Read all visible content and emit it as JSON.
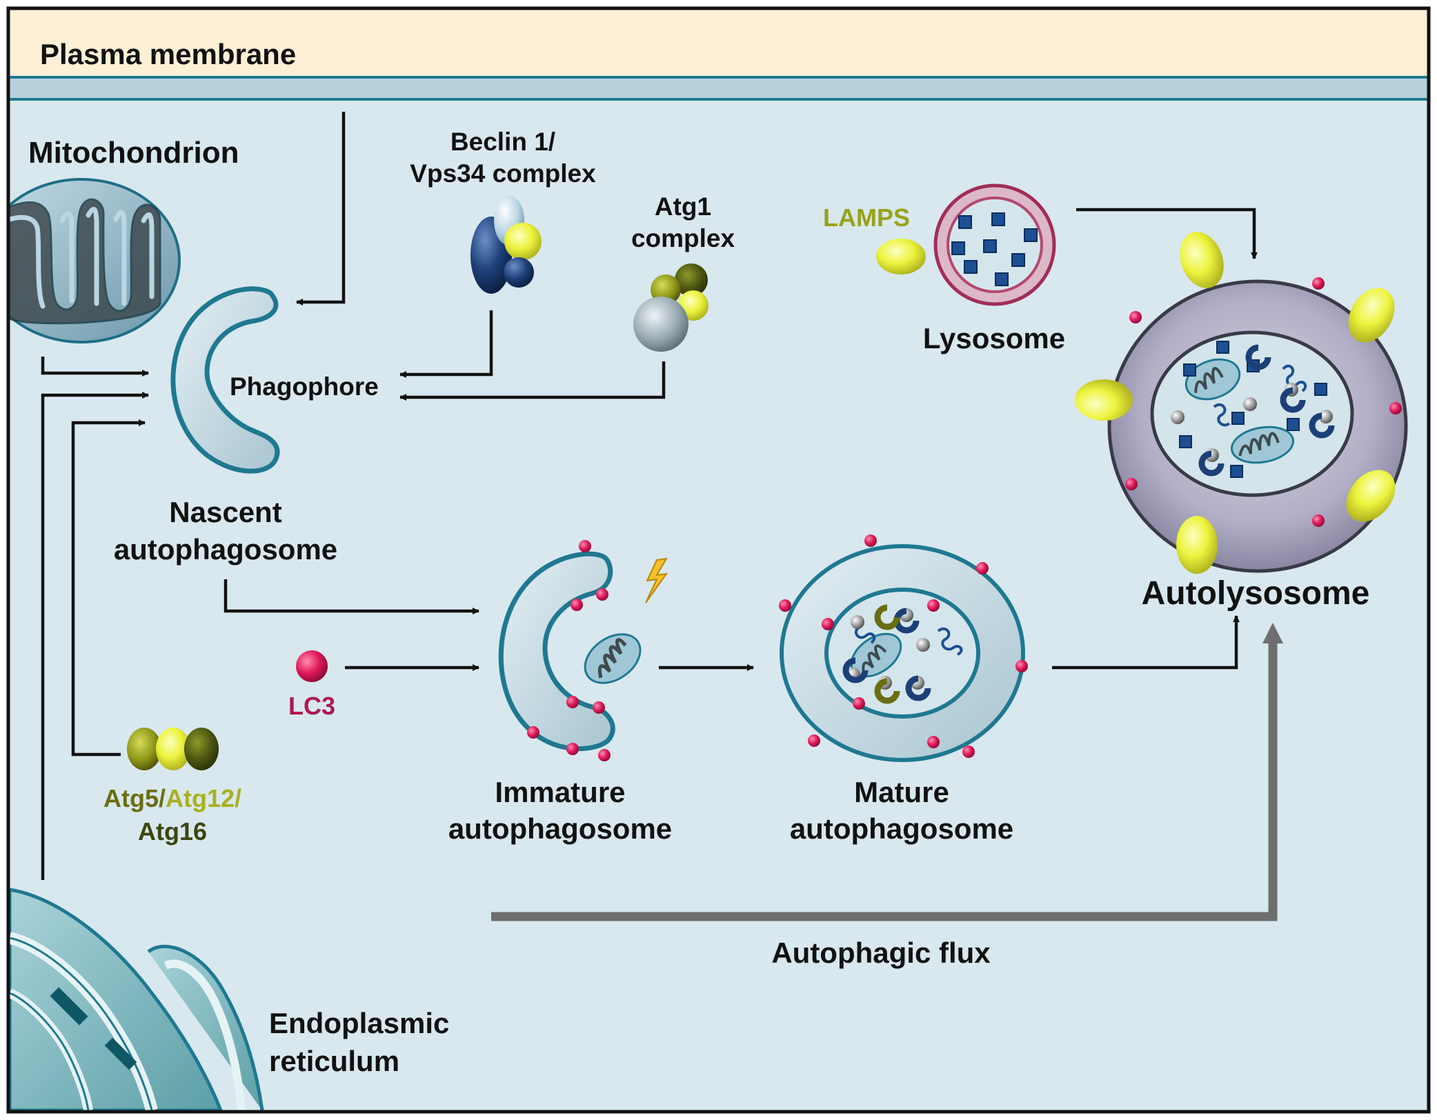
{
  "labels": {
    "plasma_membrane": "Plasma membrane",
    "mitochondrion": "Mitochondrion",
    "beclin_line1": "Beclin 1/",
    "beclin_line2": "Vps34 complex",
    "atg1_line1": "Atg1",
    "atg1_line2": "complex",
    "lamps": "LAMPS",
    "lysosome": "Lysosome",
    "phagophore": "Phagophore",
    "nascent_line1": "Nascent",
    "nascent_line2": "autophagosome",
    "lc3": "LC3",
    "atg5": "Atg5/",
    "atg12": "Atg12/",
    "atg16": "Atg16",
    "immature_line1": "Immature",
    "immature_line2": "autophagosome",
    "mature_line1": "Mature",
    "mature_line2": "autophagosome",
    "autolysosome": "Autolysosome",
    "autophagic_flux": "Autophagic flux",
    "er_line1": "Endoplasmic",
    "er_line2": "reticulum"
  },
  "colors": {
    "cytoplasm": "#d8e8ee",
    "plasma_band": "#fdf0d6",
    "membrane_teal": "#1f7891",
    "lc3_red": "#d6164f",
    "lamp_yellow": "#ecef3a",
    "olive": "#6b6d12",
    "olive_light": "#9aa21a",
    "lysosome_pink": "#c8456d",
    "autolysosome_gray": "#a6a3bc",
    "flux_gray": "#6e6e6e"
  }
}
